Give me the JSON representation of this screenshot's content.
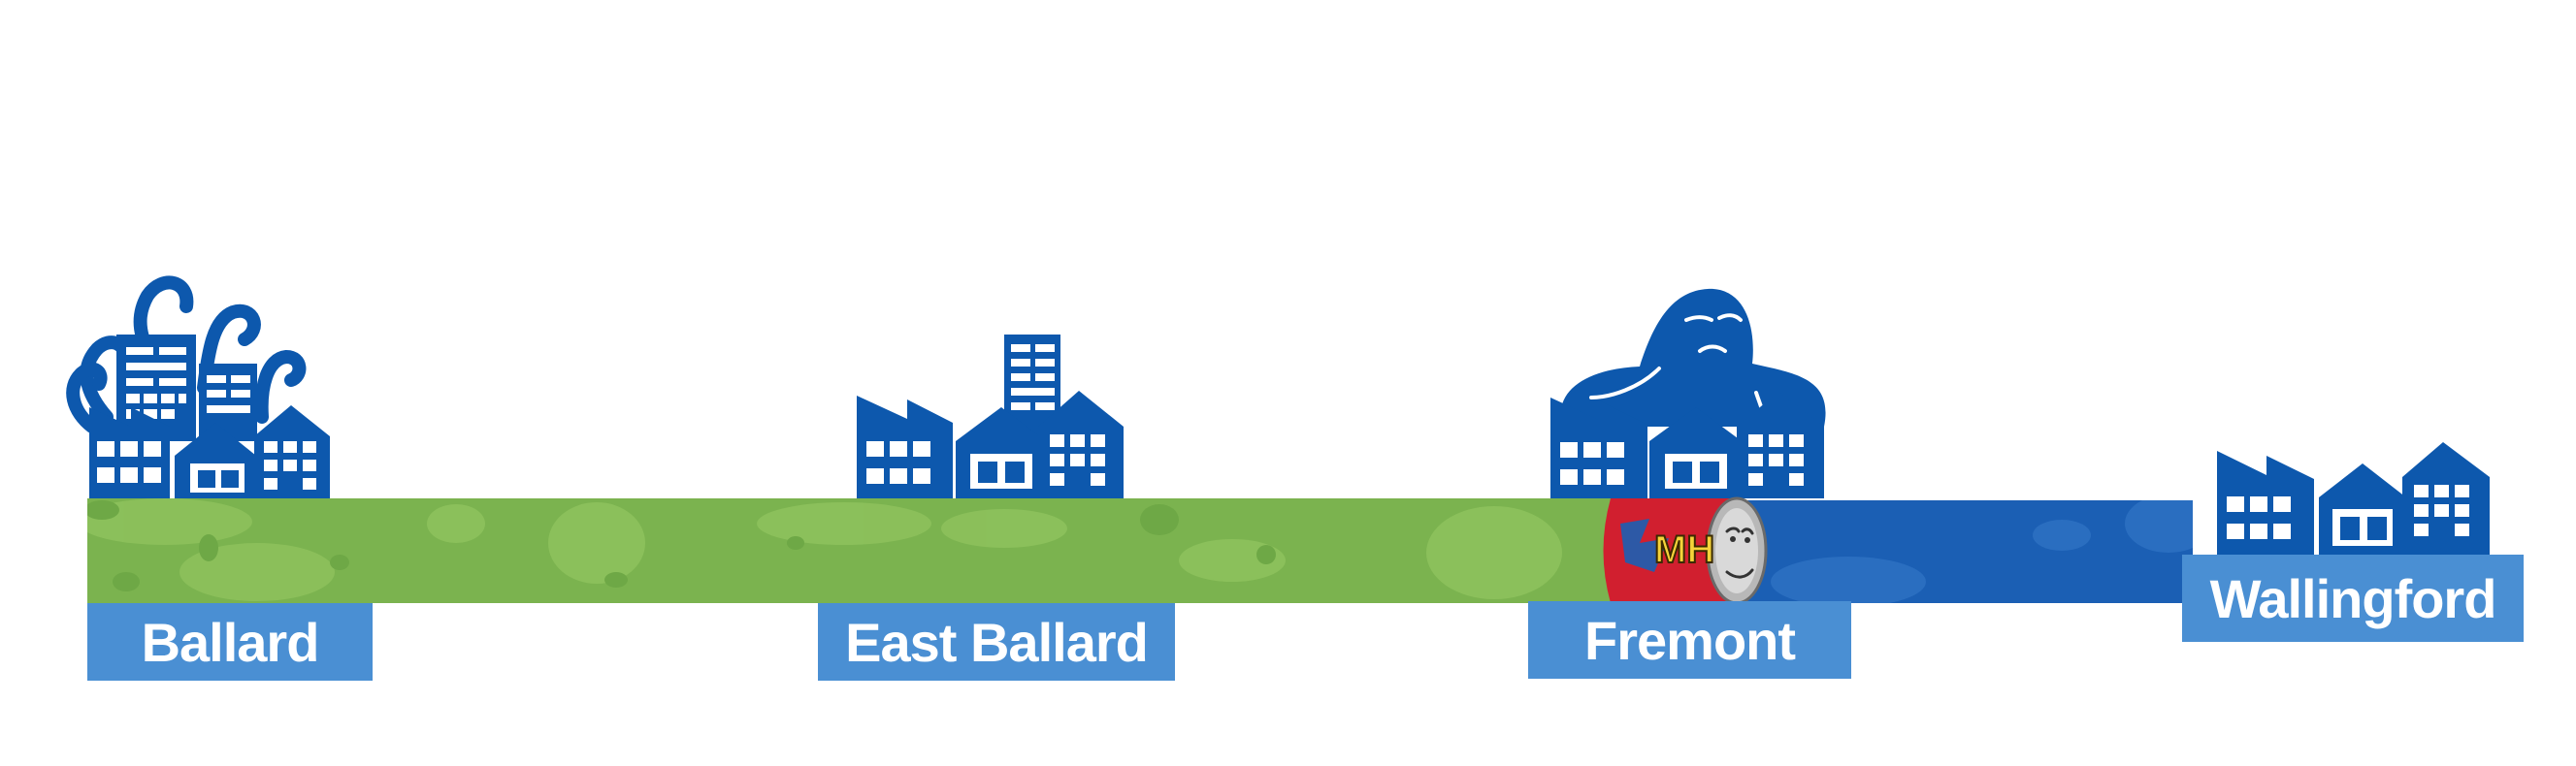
{
  "stops": [
    {
      "name": "Ballard",
      "icon": "city-with-tentacles-icon"
    },
    {
      "name": "East Ballard",
      "icon": "city-skyline-icon"
    },
    {
      "name": "Fremont",
      "icon": "city-with-troll-icon"
    },
    {
      "name": "Wallingford",
      "icon": "factory-houses-icon"
    }
  ],
  "progress_marker": {
    "badge_text": "MH",
    "icon": "rolling-can-face-icon"
  },
  "colors": {
    "completed_track": "#7bb34f",
    "remaining_track": "#1b5fb4",
    "icon_blue": "#0d58ad",
    "label_blue": "#4a8fd3",
    "can_red": "#d11f2f"
  }
}
